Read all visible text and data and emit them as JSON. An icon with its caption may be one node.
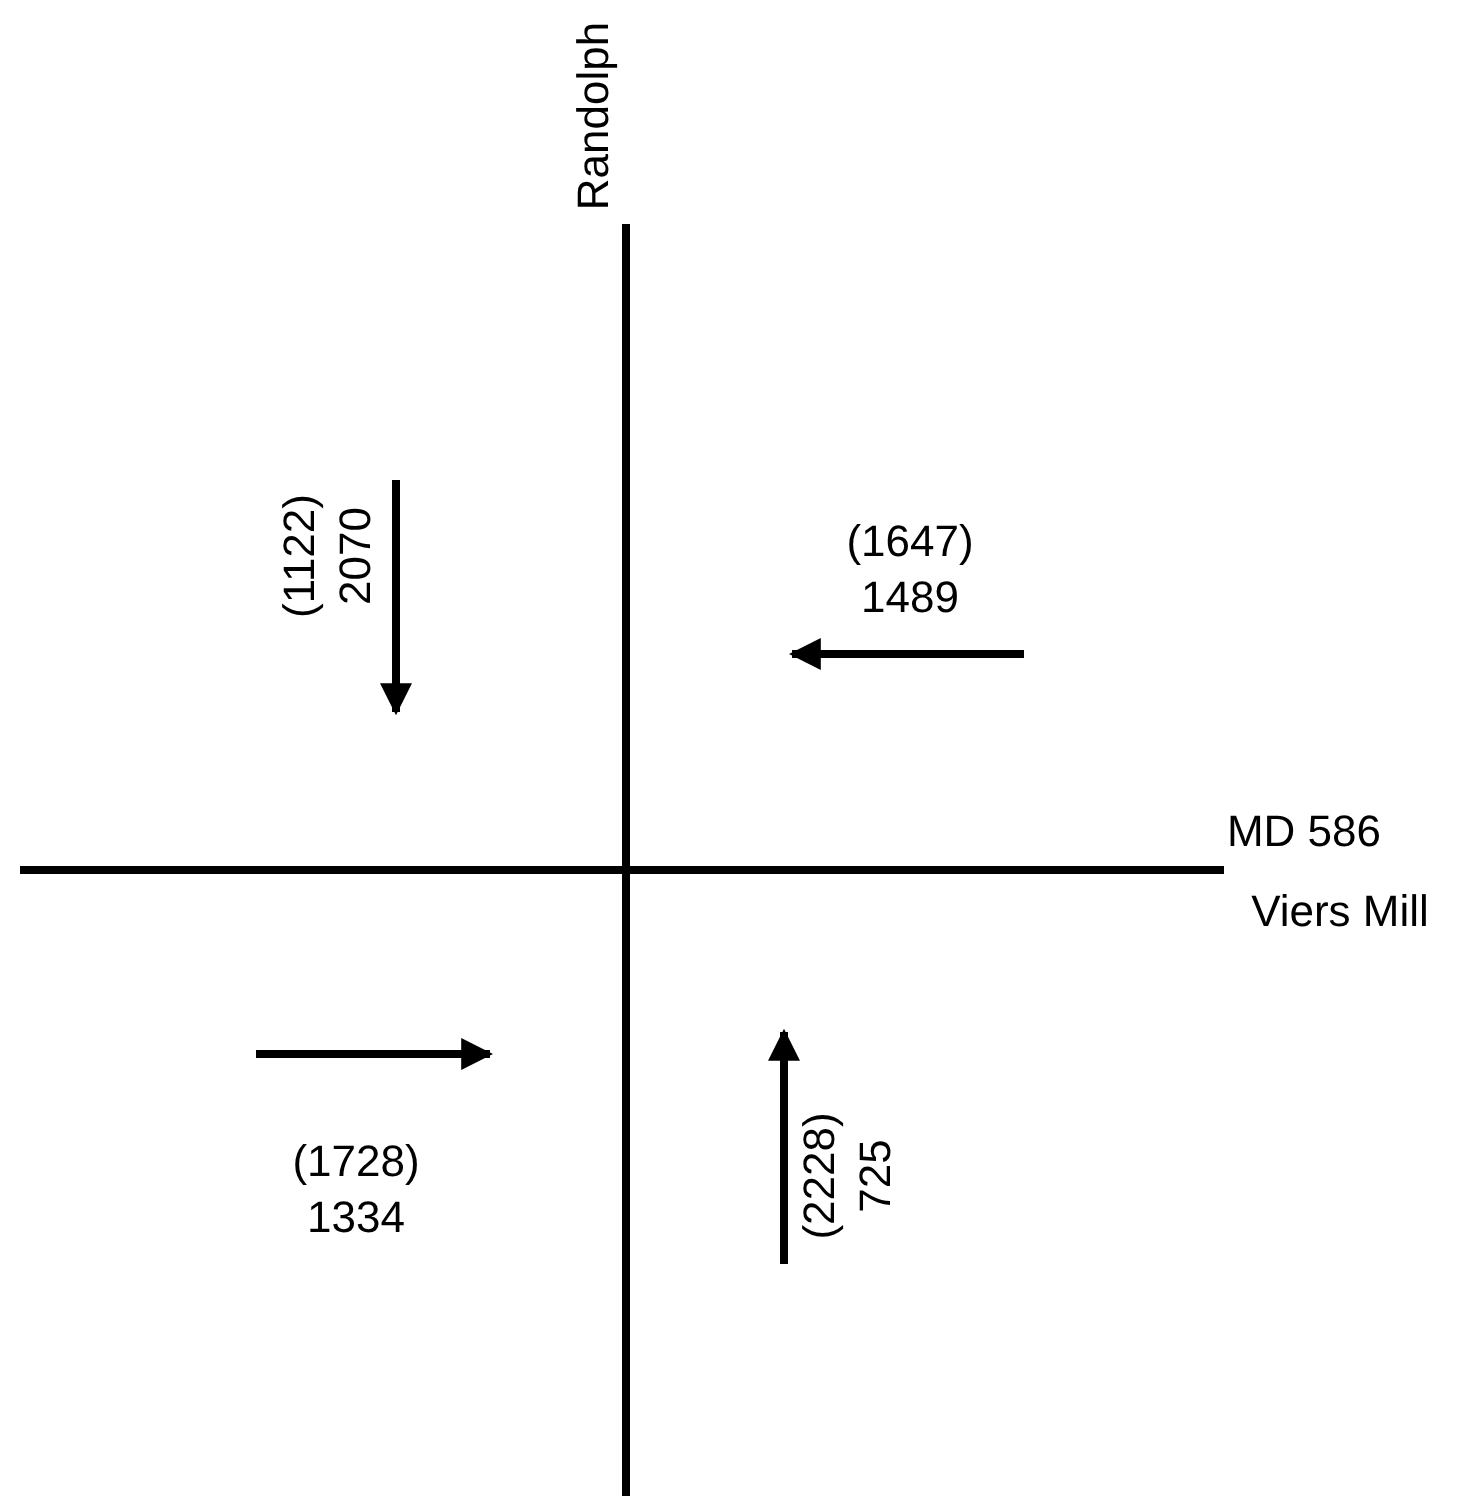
{
  "diagram": {
    "labels": [
      "Randolph",
      "(1122)",
      "2070",
      "(1647)",
      "1489",
      "MD 586",
      "Viers Mill",
      "(1728)",
      "1334",
      "(2228)",
      "725"
    ]
  }
}
